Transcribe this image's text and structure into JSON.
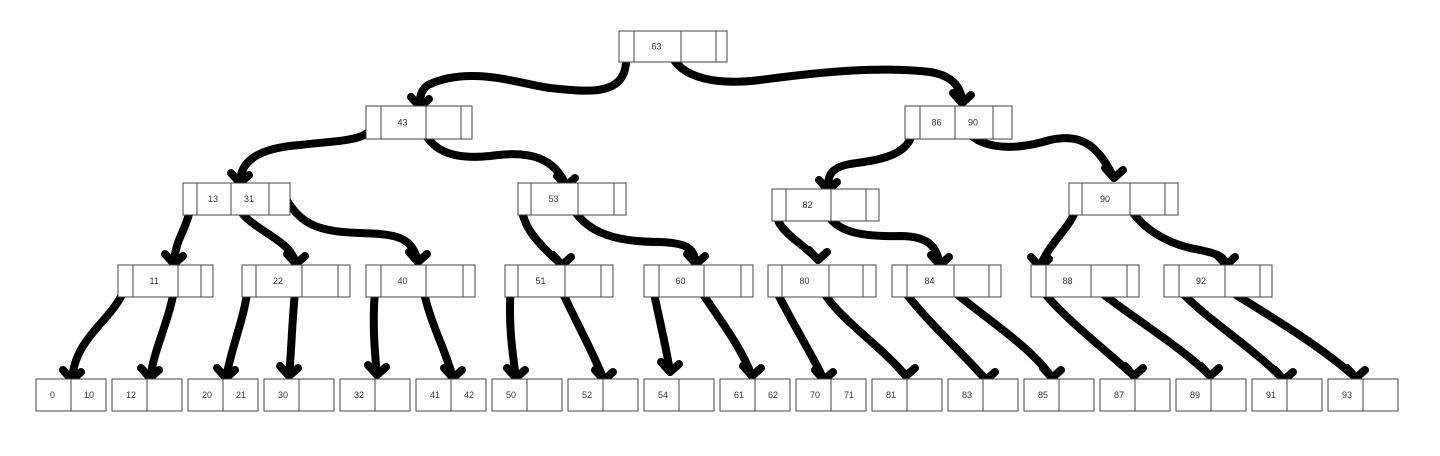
{
  "tree": {
    "colors": {
      "box_border": "#444444",
      "text": "#333333",
      "arrow": "#000000"
    },
    "nodes": [
      {
        "id": "root",
        "cells": [
          "63",
          ""
        ]
      },
      {
        "id": "l1-a",
        "cells": [
          "43",
          ""
        ]
      },
      {
        "id": "l1-b",
        "cells": [
          "86",
          "90"
        ]
      },
      {
        "id": "l2-a",
        "cells": [
          "13",
          "31"
        ]
      },
      {
        "id": "l2-b",
        "cells": [
          "53",
          ""
        ]
      },
      {
        "id": "l2-c",
        "cells": [
          "82",
          ""
        ]
      },
      {
        "id": "l2-d",
        "cells": [
          "90",
          ""
        ]
      },
      {
        "id": "l3-a",
        "cells": [
          "11",
          ""
        ]
      },
      {
        "id": "l3-b",
        "cells": [
          "22",
          ""
        ]
      },
      {
        "id": "l3-c",
        "cells": [
          "40",
          ""
        ]
      },
      {
        "id": "l3-d",
        "cells": [
          "51",
          ""
        ]
      },
      {
        "id": "l3-e",
        "cells": [
          "60",
          ""
        ]
      },
      {
        "id": "l3-f",
        "cells": [
          "80",
          ""
        ]
      },
      {
        "id": "l3-g",
        "cells": [
          "84",
          ""
        ]
      },
      {
        "id": "l3-h",
        "cells": [
          "88",
          ""
        ]
      },
      {
        "id": "l3-i",
        "cells": [
          "92",
          ""
        ]
      },
      {
        "id": "leaf-1",
        "cells": [
          "0",
          "10"
        ]
      },
      {
        "id": "leaf-2",
        "cells": [
          "12",
          ""
        ]
      },
      {
        "id": "leaf-3",
        "cells": [
          "20",
          "21"
        ]
      },
      {
        "id": "leaf-4",
        "cells": [
          "30",
          ""
        ]
      },
      {
        "id": "leaf-5",
        "cells": [
          "32",
          ""
        ]
      },
      {
        "id": "leaf-6",
        "cells": [
          "41",
          "42"
        ]
      },
      {
        "id": "leaf-7",
        "cells": [
          "50",
          ""
        ]
      },
      {
        "id": "leaf-8",
        "cells": [
          "52",
          ""
        ]
      },
      {
        "id": "leaf-9",
        "cells": [
          "54",
          ""
        ]
      },
      {
        "id": "leaf-10",
        "cells": [
          "61",
          "62"
        ]
      },
      {
        "id": "leaf-11",
        "cells": [
          "70",
          "71"
        ]
      },
      {
        "id": "leaf-12",
        "cells": [
          "81",
          ""
        ]
      },
      {
        "id": "leaf-13",
        "cells": [
          "83",
          ""
        ]
      },
      {
        "id": "leaf-14",
        "cells": [
          "85",
          ""
        ]
      },
      {
        "id": "leaf-15",
        "cells": [
          "87",
          ""
        ]
      },
      {
        "id": "leaf-16",
        "cells": [
          "89",
          ""
        ]
      },
      {
        "id": "leaf-17",
        "cells": [
          "91",
          ""
        ]
      },
      {
        "id": "leaf-18",
        "cells": [
          "93",
          ""
        ]
      }
    ],
    "edges": [
      [
        "root",
        "l1-a"
      ],
      [
        "root",
        "l1-b"
      ],
      [
        "l1-a",
        "l2-a"
      ],
      [
        "l1-a",
        "l2-b"
      ],
      [
        "l1-b",
        "l2-c"
      ],
      [
        "l1-b",
        "l2-d"
      ],
      [
        "l2-a",
        "l3-a"
      ],
      [
        "l2-a",
        "l3-b"
      ],
      [
        "l2-a",
        "l3-c"
      ],
      [
        "l2-b",
        "l3-d"
      ],
      [
        "l2-b",
        "l3-e"
      ],
      [
        "l2-c",
        "l3-f"
      ],
      [
        "l2-c",
        "l3-g"
      ],
      [
        "l2-d",
        "l3-h"
      ],
      [
        "l2-d",
        "l3-i"
      ],
      [
        "l3-a",
        "leaf-1"
      ],
      [
        "l3-a",
        "leaf-2"
      ],
      [
        "l3-b",
        "leaf-3"
      ],
      [
        "l3-b",
        "leaf-4"
      ],
      [
        "l3-c",
        "leaf-5"
      ],
      [
        "l3-c",
        "leaf-6"
      ],
      [
        "l3-d",
        "leaf-7"
      ],
      [
        "l3-d",
        "leaf-8"
      ],
      [
        "l3-e",
        "leaf-9"
      ],
      [
        "l3-e",
        "leaf-10"
      ],
      [
        "l3-f",
        "leaf-11"
      ],
      [
        "l3-f",
        "leaf-12"
      ],
      [
        "l3-g",
        "leaf-13"
      ],
      [
        "l3-g",
        "leaf-14"
      ],
      [
        "l3-h",
        "leaf-15"
      ],
      [
        "l3-h",
        "leaf-16"
      ],
      [
        "l3-i",
        "leaf-17"
      ],
      [
        "l3-i",
        "leaf-18"
      ]
    ]
  }
}
